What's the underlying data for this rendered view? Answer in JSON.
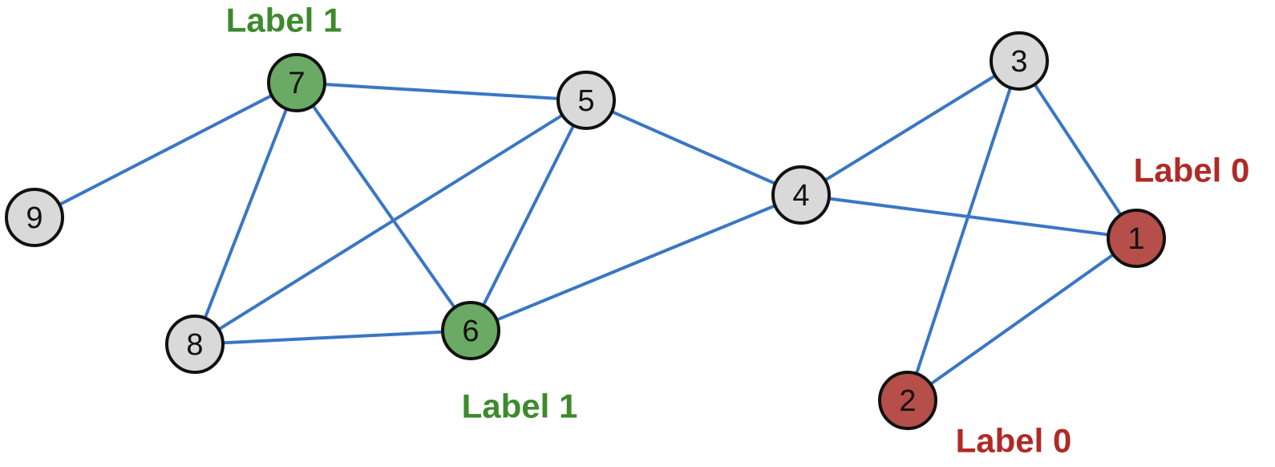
{
  "colors": {
    "edge": "#3a76c4",
    "unlabeled_fill": "#d9d9d9",
    "label1_fill": "#6aaa64",
    "label0_fill": "#b64e4a",
    "label1_text": "#3d8a2e",
    "label0_text": "#b02a25",
    "node_stroke": "#111111"
  },
  "nodes": [
    {
      "id": "1",
      "label": "1",
      "class": "label0"
    },
    {
      "id": "2",
      "label": "2",
      "class": "label0"
    },
    {
      "id": "3",
      "label": "3",
      "class": "unlabeled"
    },
    {
      "id": "4",
      "label": "4",
      "class": "unlabeled"
    },
    {
      "id": "5",
      "label": "5",
      "class": "unlabeled"
    },
    {
      "id": "6",
      "label": "6",
      "class": "label1"
    },
    {
      "id": "7",
      "label": "7",
      "class": "label1"
    },
    {
      "id": "8",
      "label": "8",
      "class": "unlabeled"
    },
    {
      "id": "9",
      "label": "9",
      "class": "unlabeled"
    }
  ],
  "edges": [
    [
      "9",
      "7"
    ],
    [
      "7",
      "5"
    ],
    [
      "7",
      "8"
    ],
    [
      "7",
      "6"
    ],
    [
      "5",
      "8"
    ],
    [
      "5",
      "6"
    ],
    [
      "5",
      "4"
    ],
    [
      "8",
      "6"
    ],
    [
      "6",
      "4"
    ],
    [
      "4",
      "3"
    ],
    [
      "4",
      "1"
    ],
    [
      "3",
      "1"
    ],
    [
      "3",
      "2"
    ],
    [
      "1",
      "2"
    ]
  ],
  "class_labels": [
    {
      "id": "label-7",
      "text": "Label 1",
      "class": "label1"
    },
    {
      "id": "label-6",
      "text": "Label 1",
      "class": "label1"
    },
    {
      "id": "label-1",
      "text": "Label 0",
      "class": "label0"
    },
    {
      "id": "label-2",
      "text": "Label 0",
      "class": "label0"
    }
  ]
}
